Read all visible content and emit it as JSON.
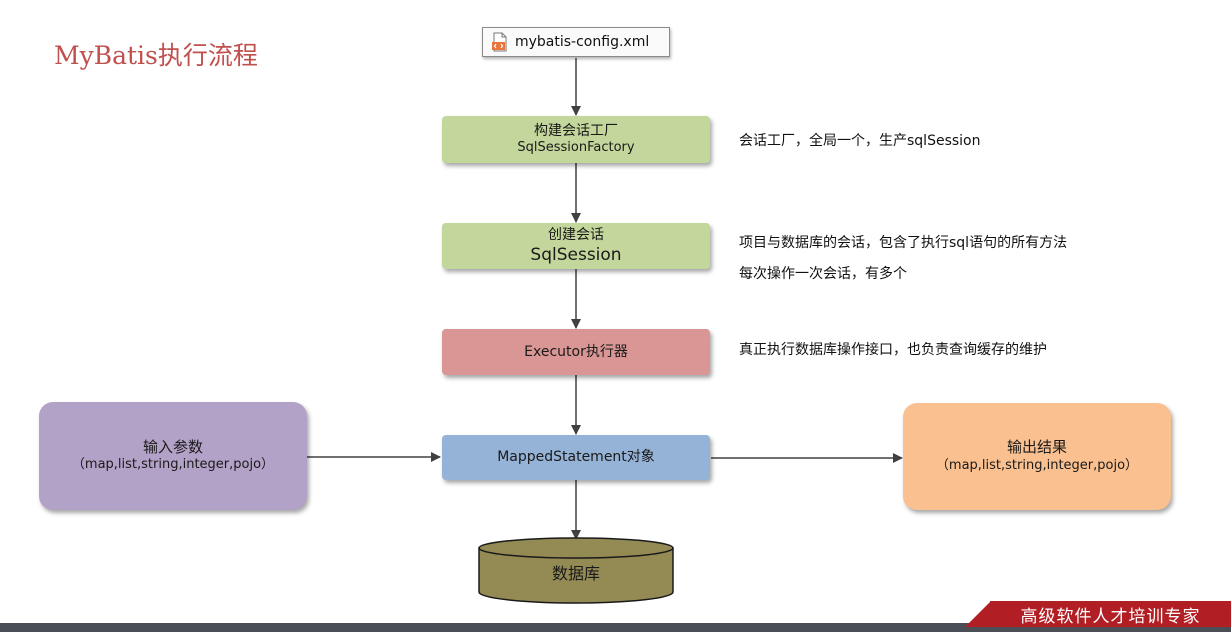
{
  "title": "MyBatis执行流程",
  "config_file": {
    "label": "mybatis-config.xml",
    "icon": "xml-file-icon"
  },
  "nodes": {
    "factory": {
      "line1": "构建会话工厂",
      "line2": "SqlSessionFactory"
    },
    "session": {
      "line1": "创建会话",
      "line2": "SqlSession"
    },
    "executor": {
      "label": "Executor执行器"
    },
    "mapped": {
      "label": "MappedStatement对象"
    },
    "input": {
      "line1": "输入参数",
      "line2": "（map,list,string,integer,pojo）"
    },
    "output": {
      "line1": "输出结果",
      "line2": "（map,list,string,integer,pojo）"
    },
    "database": {
      "label": "数据库"
    }
  },
  "notes": {
    "factory": "会话工厂，全局一个，生产sqlSession",
    "session_1": "项目与数据库的会话，包含了执行sql语句的所有方法",
    "session_2": "每次操作一次会话，有多个",
    "executor": "真正执行数据库操作接口，也负责查询缓存的维护"
  },
  "footer": {
    "brand": "高级软件人才培训专家"
  },
  "colors": {
    "green": "#c3d69b",
    "red": "#d99694",
    "blue": "#95b3d7",
    "purple": "#b3a2c7",
    "orange": "#fac090",
    "database": "#948a54",
    "title": "#c0504d",
    "brand": "#b11f24"
  }
}
